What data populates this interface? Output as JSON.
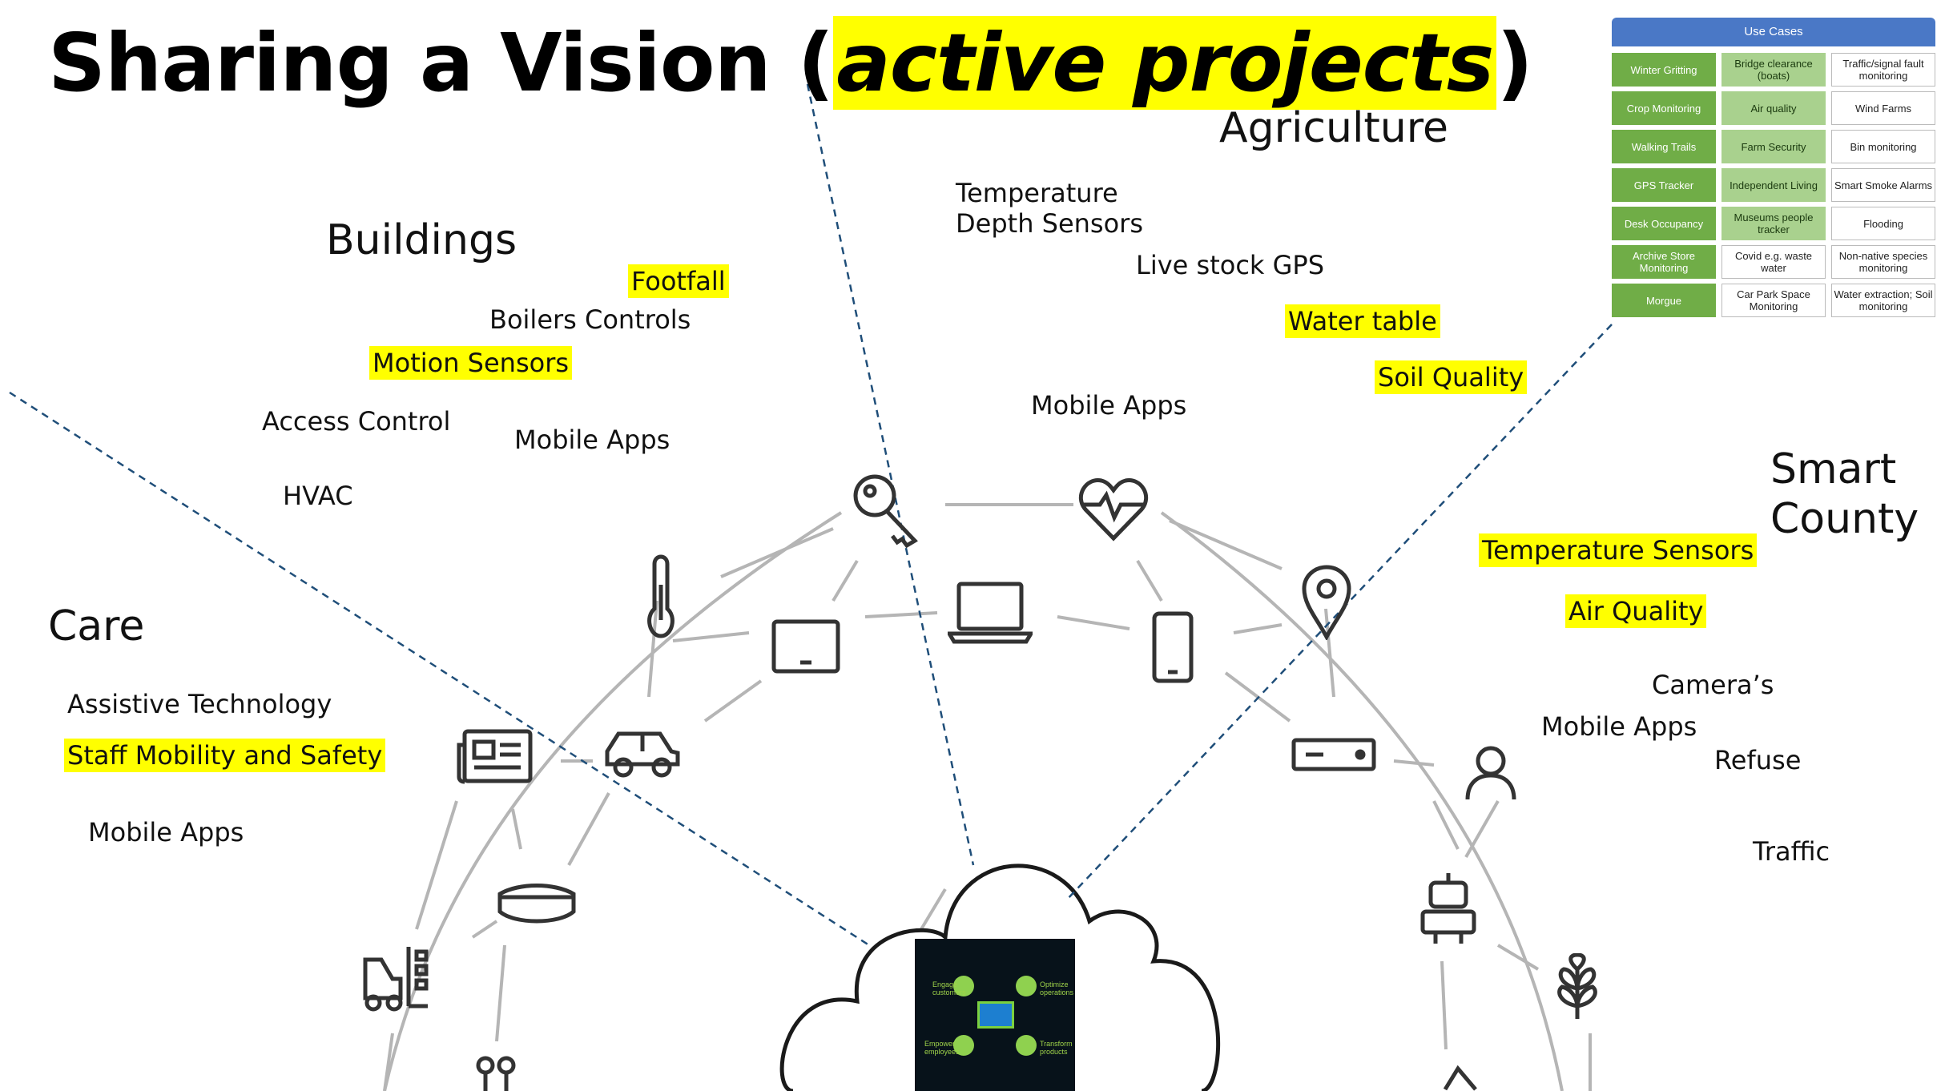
{
  "title": {
    "main": "Sharing a Vision (",
    "highlight": "active projects",
    "close": ")"
  },
  "sections": {
    "buildings": {
      "label": "Buildings",
      "items": {
        "footfall": "Footfall",
        "boilers": "Boilers Controls",
        "motion": "Motion Sensors",
        "access": "Access Control",
        "mobile": "Mobile Apps",
        "hvac": "HVAC"
      }
    },
    "agriculture": {
      "label": "Agriculture",
      "items": {
        "temp": "Temperature",
        "depth": "Depth Sensors",
        "livestock": "Live stock GPS",
        "water": "Water table",
        "soil": "Soil Quality",
        "mobile": "Mobile Apps"
      }
    },
    "care": {
      "label": "Care",
      "items": {
        "assistive": "Assistive Technology",
        "staff": "Staff Mobility and Safety",
        "mobile": "Mobile Apps"
      }
    },
    "smart_county": {
      "label_line1": "Smart",
      "label_line2": "County",
      "items": {
        "temp": "Temperature Sensors",
        "air": "Air Quality",
        "camera": "Camera’s",
        "mobile": "Mobile Apps",
        "refuse": "Refuse",
        "traffic": "Traffic"
      }
    }
  },
  "use_cases": {
    "header": "Use Cases",
    "rows": [
      [
        "Winter Gritting",
        "Bridge clearance (boats)",
        "Traffic/signal fault monitoring"
      ],
      [
        "Crop Monitoring",
        "Air quality",
        "Wind Farms"
      ],
      [
        "Walking Trails",
        "Farm Security",
        "Bin monitoring"
      ],
      [
        "GPS Tracker",
        "Independent Living",
        "Smart Smoke Alarms"
      ],
      [
        "Desk Occupancy",
        "Museums people tracker",
        "Flooding"
      ],
      [
        "Archive Store Monitoring",
        "Covid e.g. waste water",
        "Non-native species monitoring"
      ],
      [
        "Morgue",
        "Car Park Space Monitoring",
        "Water extraction; Soil monitoring"
      ]
    ]
  },
  "hub": {
    "engage": "Engage customers",
    "optimize": "Optimize operations",
    "empower": "Empower employees",
    "transform": "Transform products"
  },
  "colors": {
    "highlight": "#ffff00",
    "divider": "#1f4e79",
    "icon_stroke": "#333333",
    "arc": "#b0b0b0"
  }
}
